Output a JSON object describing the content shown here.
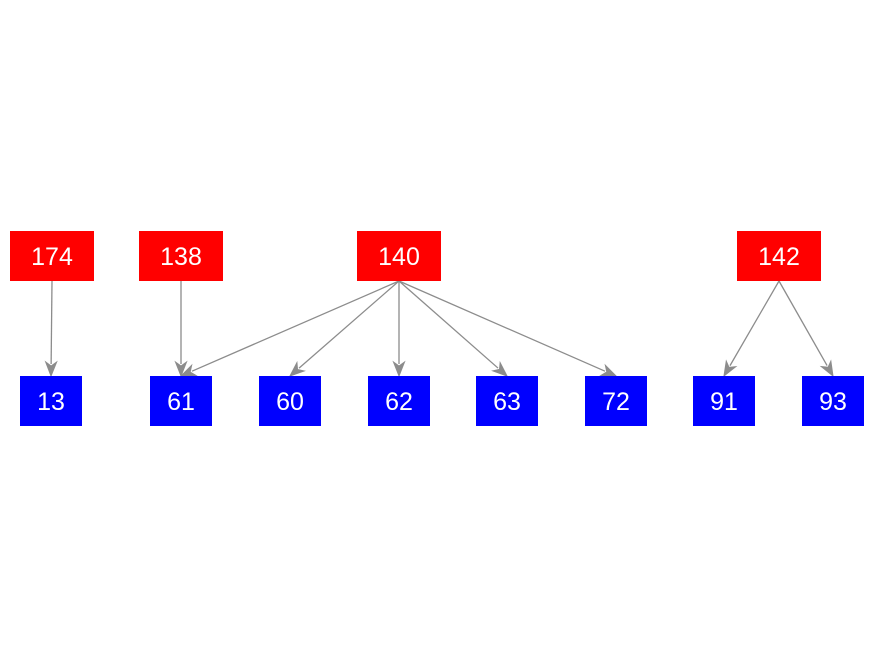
{
  "colors": {
    "parent_fill": "#ff0000",
    "child_fill": "#0000ff",
    "edge": "#8c8c8c",
    "label": "#ffffff"
  },
  "nodes": [
    {
      "id": "n174",
      "label": "174",
      "kind": "parent"
    },
    {
      "id": "n138",
      "label": "138",
      "kind": "parent"
    },
    {
      "id": "n140",
      "label": "140",
      "kind": "parent"
    },
    {
      "id": "n142",
      "label": "142",
      "kind": "parent"
    },
    {
      "id": "n13",
      "label": "13",
      "kind": "child"
    },
    {
      "id": "n61",
      "label": "61",
      "kind": "child"
    },
    {
      "id": "n60",
      "label": "60",
      "kind": "child"
    },
    {
      "id": "n62",
      "label": "62",
      "kind": "child"
    },
    {
      "id": "n63",
      "label": "63",
      "kind": "child"
    },
    {
      "id": "n72",
      "label": "72",
      "kind": "child"
    },
    {
      "id": "n91",
      "label": "91",
      "kind": "child"
    },
    {
      "id": "n93",
      "label": "93",
      "kind": "child"
    }
  ],
  "edges": [
    {
      "from": "n174",
      "to": "n13"
    },
    {
      "from": "n138",
      "to": "n61"
    },
    {
      "from": "n140",
      "to": "n61"
    },
    {
      "from": "n140",
      "to": "n60"
    },
    {
      "from": "n140",
      "to": "n62"
    },
    {
      "from": "n140",
      "to": "n63"
    },
    {
      "from": "n140",
      "to": "n72"
    },
    {
      "from": "n142",
      "to": "n91"
    },
    {
      "from": "n142",
      "to": "n93"
    }
  ]
}
